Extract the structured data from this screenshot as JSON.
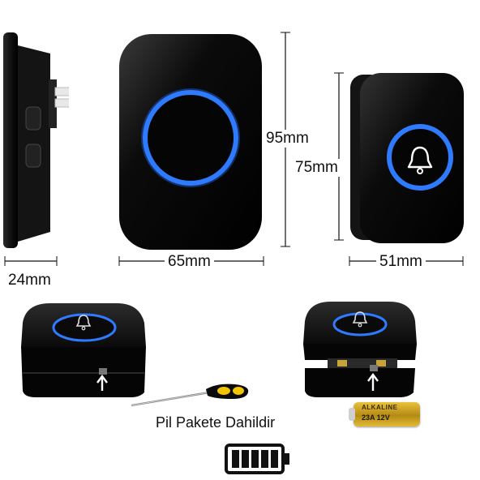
{
  "dimensions": {
    "depth": "24mm",
    "receiver_width": "65mm",
    "receiver_height": "95mm",
    "button_height": "75mm",
    "button_width": "51mm"
  },
  "caption": "Pil Pakete Dahildir",
  "battery_label": {
    "line1": "ALKALINE",
    "line2": "23A 12V"
  },
  "colors": {
    "ring": "#2f7bff",
    "device": "#0b0b0b"
  },
  "icons": [
    "bell-icon",
    "battery-icon",
    "screwdriver-icon"
  ]
}
